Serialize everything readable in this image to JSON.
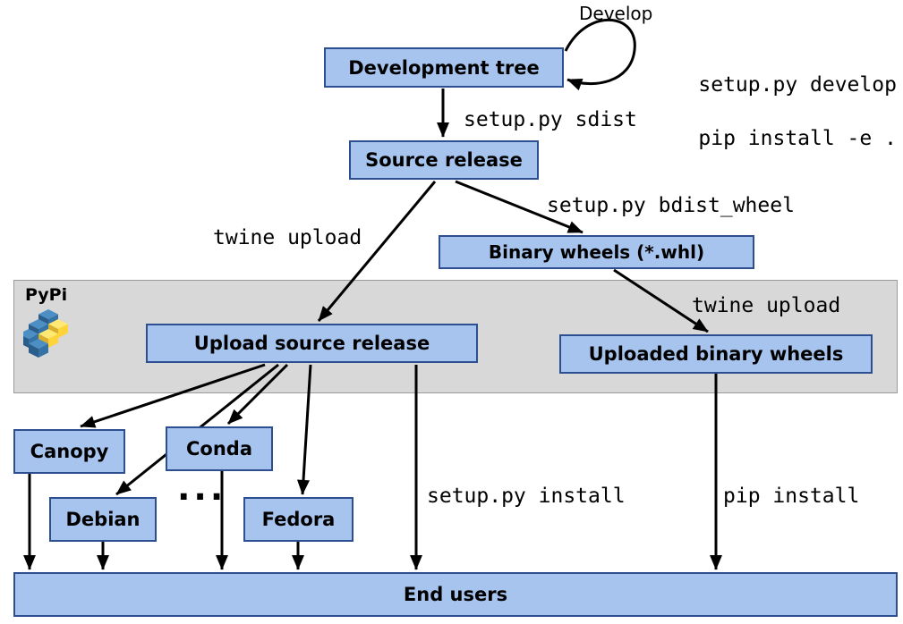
{
  "diagram": {
    "nodes": {
      "development_tree": "Development tree",
      "source_release": "Source release",
      "binary_wheels": "Binary wheels (*.whl)",
      "upload_source_release": "Upload source release",
      "uploaded_binary_wheels": "Uploaded binary wheels",
      "canopy": "Canopy",
      "conda": "Conda",
      "debian": "Debian",
      "fedora": "Fedora",
      "end_users": "End users"
    },
    "edges": {
      "develop_label": "Develop",
      "develop_cmd1": "setup.py develop",
      "develop_cmd2": "pip install -e .",
      "sdist_label": "setup.py sdist",
      "twine_upload_source_label": "twine upload",
      "bdist_wheel_label": "setup.py bdist_wheel",
      "twine_upload_wheels_label": "twine upload",
      "setup_install_label": "setup.py install",
      "pip_install_label": "pip install",
      "ellipsis": "..."
    },
    "regions": {
      "pypi_label": "PyPi"
    },
    "colors": {
      "box_fill": "#a7c4ee",
      "box_border": "#2d4f8f",
      "band_fill": "#d8d8d8",
      "band_border": "#9a9a9a",
      "arrow": "#000000",
      "pypi_blue": "#3572a5",
      "pypi_yellow": "#ffd43b"
    }
  }
}
